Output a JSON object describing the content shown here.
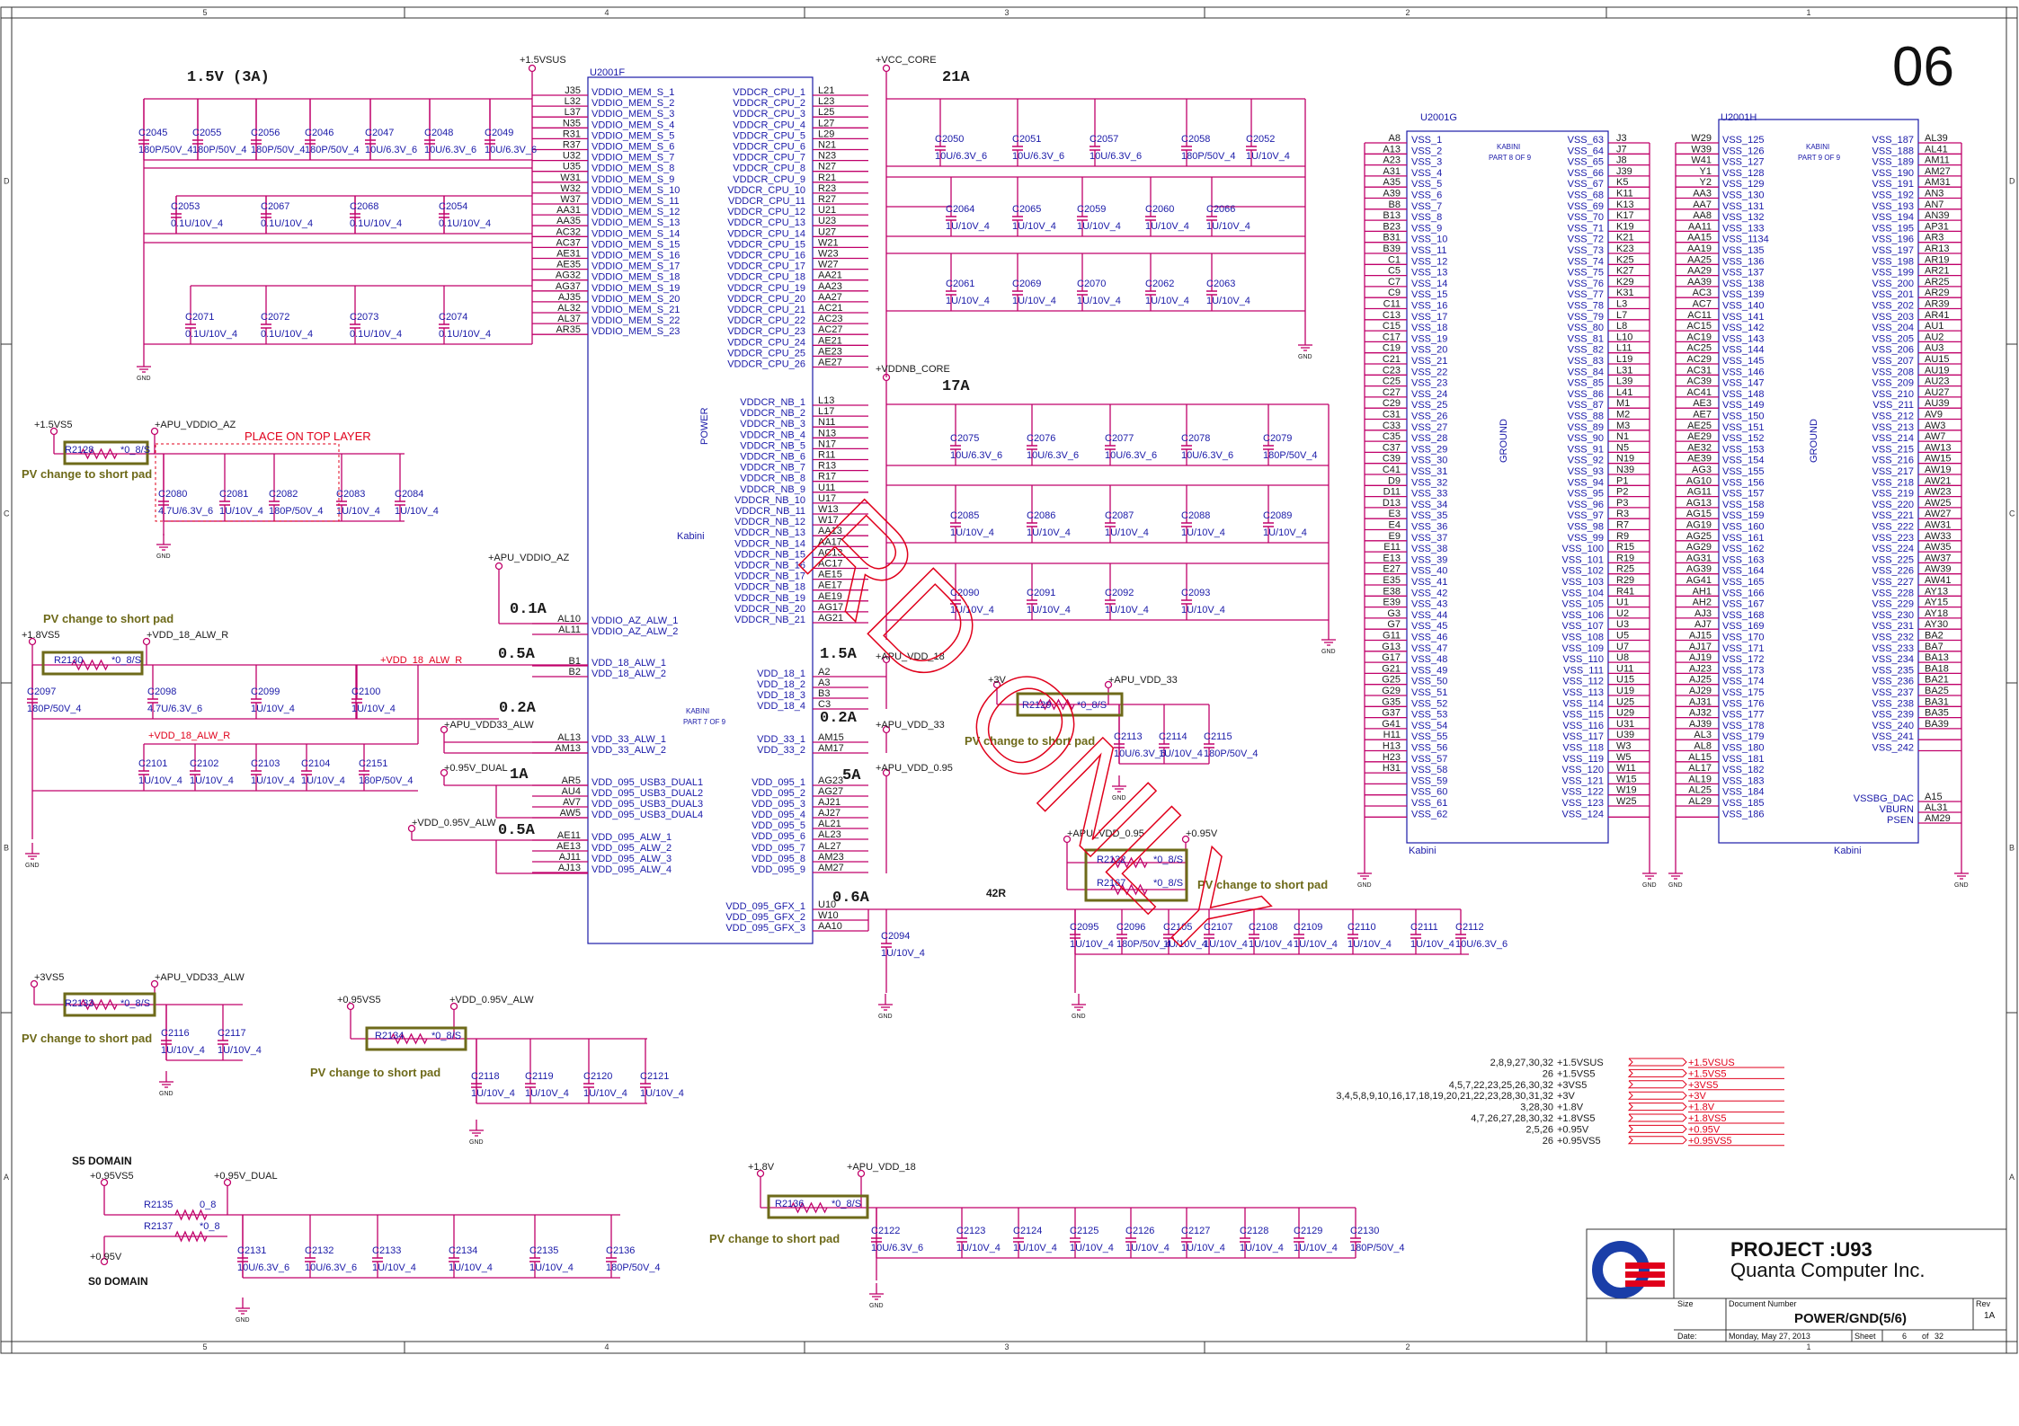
{
  "sheet_number": "06",
  "currents": {
    "c1": "1.5V (3A)",
    "c2": "21A",
    "c3": "17A",
    "c4": "0.1A",
    "c5": "0.5A",
    "c6": "0.2A",
    "c7": "1A",
    "c8": "0.5A",
    "c9": "1.5A",
    "c10": "0.2A",
    "c11": "5A",
    "c12": "0.6A",
    "c13": "42R"
  },
  "chips": {
    "u_mem": {
      "ref": "U2001F",
      "part": "Kabini",
      "side": "POWER",
      "sub1": "KABINI",
      "sub2": "PART 7 OF 9"
    },
    "u_g": {
      "ref": "U2001G",
      "name": "Kabini",
      "sub1": "KABINI",
      "sub2": "PART 8 OF 9",
      "ground": "GROUND"
    },
    "u_h": {
      "ref": "U2001H",
      "name": "Kabini",
      "sub1": "KABINI",
      "sub2": "PART 9 OF 9",
      "ground": "GROUND"
    }
  },
  "mem_pins": {
    "balls": [
      "J35",
      "L32",
      "L37",
      "N35",
      "R31",
      "R37",
      "U32",
      "U35",
      "W31",
      "W32",
      "W37",
      "AA31",
      "AA35",
      "AC32",
      "AC37",
      "AE31",
      "AE35",
      "AG32",
      "AG37",
      "AJ35",
      "AL32",
      "AL37",
      "AR35"
    ],
    "names": [
      "VDDIO_MEM_S_1",
      "VDDIO_MEM_S_2",
      "VDDIO_MEM_S_3",
      "VDDIO_MEM_S_4",
      "VDDIO_MEM_S_5",
      "VDDIO_MEM_S_6",
      "VDDIO_MEM_S_7",
      "VDDIO_MEM_S_8",
      "VDDIO_MEM_S_9",
      "VDDIO_MEM_S_10",
      "VDDIO_MEM_S_11",
      "VDDIO_MEM_S_12",
      "VDDIO_MEM_S_13",
      "VDDIO_MEM_S_14",
      "VDDIO_MEM_S_15",
      "VDDIO_MEM_S_16",
      "VDDIO_MEM_S_17",
      "VDDIO_MEM_S_18",
      "VDDIO_MEM_S_19",
      "VDDIO_MEM_S_20",
      "VDDIO_MEM_S_21",
      "VDDIO_MEM_S_22",
      "VDDIO_MEM_S_23"
    ]
  },
  "cpu_pins": {
    "names": [
      "VDDCR_CPU_1",
      "VDDCR_CPU_2",
      "VDDCR_CPU_3",
      "VDDCR_CPU_4",
      "VDDCR_CPU_5",
      "VDDCR_CPU_6",
      "VDDCR_CPU_7",
      "VDDCR_CPU_8",
      "VDDCR_CPU_9",
      "VDDCR_CPU_10",
      "VDDCR_CPU_11",
      "VDDCR_CPU_12",
      "VDDCR_CPU_13",
      "VDDCR_CPU_14",
      "VDDCR_CPU_15",
      "VDDCR_CPU_16",
      "VDDCR_CPU_17",
      "VDDCR_CPU_18",
      "VDDCR_CPU_19",
      "VDDCR_CPU_20",
      "VDDCR_CPU_21",
      "VDDCR_CPU_22",
      "VDDCR_CPU_23",
      "VDDCR_CPU_24",
      "VDDCR_CPU_25",
      "VDDCR_CPU_26"
    ],
    "balls": [
      "L21",
      "L23",
      "L25",
      "L27",
      "L29",
      "N21",
      "N23",
      "N27",
      "R21",
      "R23",
      "R27",
      "U21",
      "U23",
      "U27",
      "W21",
      "W23",
      "W27",
      "AA21",
      "AA23",
      "AA27",
      "AC21",
      "AC23",
      "AC27",
      "AE21",
      "AE23",
      "AE27"
    ]
  },
  "nb_pins": {
    "names": [
      "VDDCR_NB_1",
      "VDDCR_NB_2",
      "VDDCR_NB_3",
      "VDDCR_NB_4",
      "VDDCR_NB_5",
      "VDDCR_NB_6",
      "VDDCR_NB_7",
      "VDDCR_NB_8",
      "VDDCR_NB_9",
      "VDDCR_NB_10",
      "VDDCR_NB_11",
      "VDDCR_NB_12",
      "VDDCR_NB_13",
      "VDDCR_NB_14",
      "VDDCR_NB_15",
      "VDDCR_NB_16",
      "VDDCR_NB_17",
      "VDDCR_NB_18",
      "VDDCR_NB_19",
      "VDDCR_NB_20",
      "VDDCR_NB_21"
    ],
    "balls": [
      "L13",
      "L17",
      "N11",
      "N13",
      "N17",
      "R11",
      "R13",
      "R17",
      "U11",
      "U17",
      "W13",
      "W17",
      "AA13",
      "AA17",
      "AC13",
      "AC17",
      "AE15",
      "AE17",
      "AE19",
      "AG17",
      "AG21"
    ]
  },
  "left_pins2": {
    "names": [
      "VDDIO_AZ_ALW_1",
      "VDDIO_AZ_ALW_2",
      "VDD_18_ALW_1",
      "VDD_18_ALW_2",
      "VDD_33_ALW_1",
      "VDD_33_ALW_2",
      "VDD_095_USB3_DUAL1",
      "VDD_095_USB3_DUAL2",
      "VDD_095_USB3_DUAL3",
      "VDD_095_USB3_DUAL4",
      "VDD_095_ALW_1",
      "VDD_095_ALW_2",
      "VDD_095_ALW_3",
      "VDD_095_ALW_4"
    ],
    "balls": [
      "AL10",
      "AL11",
      "B1",
      "B2",
      "AL13",
      "AM13",
      "AR5",
      "AU4",
      "AV7",
      "AW5",
      "AE11",
      "AE13",
      "AJ11",
      "AJ13"
    ]
  },
  "right_pins2": {
    "names": [
      "VDD_18_1",
      "VDD_18_2",
      "VDD_18_3",
      "VDD_18_4",
      "VDD_33_1",
      "VDD_33_2",
      "VDD_095_1",
      "VDD_095_2",
      "VDD_095_3",
      "VDD_095_4",
      "VDD_095_5",
      "VDD_095_6",
      "VDD_095_7",
      "VDD_095_8",
      "VDD_095_9",
      "VDD_095_GFX_1",
      "VDD_095_GFX_2",
      "VDD_095_GFX_3"
    ],
    "balls": [
      "A2",
      "A3",
      "B3",
      "C3",
      "AM15",
      "AM17",
      "AG23",
      "AG27",
      "AJ21",
      "AJ27",
      "AL21",
      "AL23",
      "AL27",
      "AM23",
      "AM27",
      "U10",
      "W10",
      "AA10"
    ]
  },
  "g_pins": {
    "lballs": [
      "A8",
      "A13",
      "A23",
      "A31",
      "A35",
      "A39",
      "B8",
      "B13",
      "B23",
      "B31",
      "B39",
      "C1",
      "C5",
      "C7",
      "C9",
      "C11",
      "C13",
      "C15",
      "C17",
      "C19",
      "C21",
      "C23",
      "C25",
      "C27",
      "C29",
      "C31",
      "C33",
      "C35",
      "C37",
      "C39",
      "C41",
      "D9",
      "D11",
      "D13",
      "E3",
      "E4",
      "E9",
      "E11",
      "E13",
      "E27",
      "E35",
      "E38",
      "E39",
      "G3",
      "G7",
      "G11",
      "G13",
      "G17",
      "G21",
      "G25",
      "G29",
      "G35",
      "G37",
      "G41",
      "H11",
      "H13",
      "H23",
      "H31"
    ],
    "lnames": [
      "VSS_1",
      "VSS_2",
      "VSS_3",
      "VSS_4",
      "VSS_5",
      "VSS_6",
      "VSS_7",
      "VSS_8",
      "VSS_9",
      "VSS_10",
      "VSS_11",
      "VSS_12",
      "VSS_13",
      "VSS_14",
      "VSS_15",
      "VSS_16",
      "VSS_17",
      "VSS_18",
      "VSS_19",
      "VSS_20",
      "VSS_21",
      "VSS_22",
      "VSS_23",
      "VSS_24",
      "VSS_25",
      "VSS_26",
      "VSS_27",
      "VSS_28",
      "VSS_29",
      "VSS_30",
      "VSS_31",
      "VSS_32",
      "VSS_33",
      "VSS_34",
      "VSS_35",
      "VSS_36",
      "VSS_37",
      "VSS_38",
      "VSS_39",
      "VSS_40",
      "VSS_41",
      "VSS_42",
      "VSS_43",
      "VSS_44",
      "VSS_45",
      "VSS_46",
      "VSS_47",
      "VSS_48",
      "VSS_49",
      "VSS_50",
      "VSS_51",
      "VSS_52",
      "VSS_53",
      "VSS_54",
      "VSS_55",
      "VSS_56",
      "VSS_57",
      "VSS_58",
      "VSS_59",
      "VSS_60",
      "VSS_61",
      "VSS_62"
    ],
    "rnames": [
      "VSS_63",
      "VSS_64",
      "VSS_65",
      "VSS_66",
      "VSS_67",
      "VSS_68",
      "VSS_69",
      "VSS_70",
      "VSS_71",
      "VSS_72",
      "VSS_73",
      "VSS_74",
      "VSS_75",
      "VSS_76",
      "VSS_77",
      "VSS_78",
      "VSS_79",
      "VSS_80",
      "VSS_81",
      "VSS_82",
      "VSS_83",
      "VSS_84",
      "VSS_85",
      "VSS_86",
      "VSS_87",
      "VSS_88",
      "VSS_89",
      "VSS_90",
      "VSS_91",
      "VSS_92",
      "VSS_93",
      "VSS_94",
      "VSS_95",
      "VSS_96",
      "VSS_97",
      "VSS_98",
      "VSS_99",
      "VSS_100",
      "VSS_101",
      "VSS_102",
      "VSS_103",
      "VSS_104",
      "VSS_105",
      "VSS_106",
      "VSS_107",
      "VSS_108",
      "VSS_109",
      "VSS_110",
      "VSS_111",
      "VSS_112",
      "VSS_113",
      "VSS_114",
      "VSS_115",
      "VSS_116",
      "VSS_117",
      "VSS_118",
      "VSS_119",
      "VSS_120",
      "VSS_121",
      "VSS_122",
      "VSS_123",
      "VSS_124"
    ],
    "rballs": [
      "J3",
      "J7",
      "J8",
      "J39",
      "K5",
      "K11",
      "K13",
      "K17",
      "K19",
      "K21",
      "K23",
      "K25",
      "K27",
      "K29",
      "K31",
      "L3",
      "L7",
      "L8",
      "L10",
      "L11",
      "L19",
      "L31",
      "L39",
      "L41",
      "M1",
      "M2",
      "M3",
      "N1",
      "N5",
      "N19",
      "N39",
      "P1",
      "P2",
      "P3",
      "R3",
      "R7",
      "R9",
      "R15",
      "R19",
      "R25",
      "R29",
      "R41",
      "U1",
      "U2",
      "U3",
      "U5",
      "U7",
      "U8",
      "U11",
      "U15",
      "U19",
      "U25",
      "U29",
      "U31",
      "U39",
      "W3",
      "W5",
      "W11",
      "W15",
      "W19",
      "W25"
    ]
  },
  "h_pins": {
    "lballs": [
      "W29",
      "W39",
      "W41",
      "Y1",
      "Y2",
      "AA3",
      "AA7",
      "AA8",
      "AA11",
      "AA15",
      "AA19",
      "AA25",
      "AA29",
      "AA39",
      "AC3",
      "AC7",
      "AC11",
      "AC15",
      "AC19",
      "AC25",
      "AC29",
      "AC31",
      "AC39",
      "AC41",
      "AE3",
      "AE7",
      "AE25",
      "AE29",
      "AE32",
      "AE39",
      "AG3",
      "AG10",
      "AG11",
      "AG13",
      "AG15",
      "AG19",
      "AG25",
      "AG29",
      "AG31",
      "AG39",
      "AG41",
      "AH1",
      "AH2",
      "AJ3",
      "AJ7",
      "AJ15",
      "AJ17",
      "AJ19",
      "AJ23",
      "AJ25",
      "AJ29",
      "AJ31",
      "AJ32",
      "AJ39",
      "AL3",
      "AL8",
      "AL15",
      "AL17",
      "AL19",
      "AL25",
      "AL29"
    ],
    "lnames": [
      "VSS_125",
      "VSS_126",
      "VSS_127",
      "VSS_128",
      "VSS_129",
      "VSS_130",
      "VSS_131",
      "VSS_132",
      "VSS_133",
      "VSS_1134",
      "VSS_135",
      "VSS_136",
      "VSS_137",
      "VSS_138",
      "VSS_139",
      "VSS_140",
      "VSS_141",
      "VSS_142",
      "VSS_143",
      "VSS_144",
      "VSS_145",
      "VSS_146",
      "VSS_147",
      "VSS_148",
      "VSS_149",
      "VSS_150",
      "VSS_151",
      "VSS_152",
      "VSS_153",
      "VSS_154",
      "VSS_155",
      "VSS_156",
      "VSS_157",
      "VSS_158",
      "VSS_159",
      "VSS_160",
      "VSS_161",
      "VSS_162",
      "VSS_163",
      "VSS_164",
      "VSS_165",
      "VSS_166",
      "VSS_167",
      "VSS_168",
      "VSS_169",
      "VSS_170",
      "VSS_171",
      "VSS_172",
      "VSS_173",
      "VSS_174",
      "VSS_175",
      "VSS_176",
      "VSS_177",
      "VSS_178",
      "VSS_179",
      "VSS_180",
      "VSS_181",
      "VSS_182",
      "VSS_183",
      "VSS_184",
      "VSS_185",
      "VSS_186"
    ],
    "rnames": [
      "VSS_187",
      "VSS_188",
      "VSS_189",
      "VSS_190",
      "VSS_191",
      "VSS_192",
      "VSS_193",
      "VSS_194",
      "VSS_195",
      "VSS_196",
      "VSS_197",
      "VSS_198",
      "VSS_199",
      "VSS_200",
      "VSS_201",
      "VSS_202",
      "VSS_203",
      "VSS_204",
      "VSS_205",
      "VSS_206",
      "VSS_207",
      "VSS_208",
      "VSS_209",
      "VSS_210",
      "VSS_211",
      "VSS_212",
      "VSS_213",
      "VSS_214",
      "VSS_215",
      "VSS_216",
      "VSS_217",
      "VSS_218",
      "VSS_219",
      "VSS_220",
      "VSS_221",
      "VSS_222",
      "VSS_223",
      "VSS_224",
      "VSS_225",
      "VSS_226",
      "VSS_227",
      "VSS_228",
      "VSS_229",
      "VSS_230",
      "VSS_231",
      "VSS_232",
      "VSS_233",
      "VSS_234",
      "VSS_235",
      "VSS_236",
      "VSS_237",
      "VSS_238",
      "VSS_239",
      "VSS_240",
      "VSS_241",
      "VSS_242"
    ],
    "rballs": [
      "AL39",
      "AL41",
      "AM11",
      "AM27",
      "AM31",
      "AN3",
      "AN7",
      "AN39",
      "AP31",
      "AR3",
      "AR13",
      "AR19",
      "AR21",
      "AR25",
      "AR29",
      "AR39",
      "AR41",
      "AU1",
      "AU2",
      "AU3",
      "AU15",
      "AU19",
      "AU23",
      "AU27",
      "AU39",
      "AV9",
      "AW3",
      "AW7",
      "AW13",
      "AW15",
      "AW19",
      "AW21",
      "AW23",
      "AW25",
      "AW27",
      "AW31",
      "AW33",
      "AW35",
      "AW37",
      "AW39",
      "AW41",
      "AY13",
      "AY15",
      "AY18",
      "AY30",
      "BA2",
      "BA7",
      "BA13",
      "BA18",
      "BA21",
      "BA25",
      "BA31",
      "BA35",
      "BA39"
    ],
    "extra_names": [
      "VSSBG_DAC",
      "VBURN",
      "PSEN"
    ],
    "extra_balls": [
      "A15",
      "AL31",
      "AM29"
    ]
  },
  "nets": {
    "vsus15": "+1.5VSUS",
    "vcc_core": "+VCC_CORE",
    "vddnb_core": "+VDDNB_CORE",
    "vs5": "+1.5VS5",
    "apu_az": "+APU_VDDIO_AZ",
    "apu_az2": "+APU_VDDIO_AZ",
    "vs18": "+1.8VS5",
    "vdd18alw": "+VDD_18_ALW_R",
    "vdd18alw_r": "+VDD_18_ALW_R",
    "vdd18alw_r2": "+VDD_18_ALW_R",
    "apu33alw": "+APU_VDD33_ALW",
    "v095dual": "+0.95V_DUAL",
    "vdd095alw": "+VDD_0.95V_ALW",
    "apuvdd18": "+APU_VDD_18",
    "apuvdd33": "+APU_VDD_33",
    "apuvdd095": "+APU_VDD_0.95",
    "v3": "+3V",
    "apuvdd33b": "+APU_VDD_33",
    "apuvdd095b": "+APU_VDD_0.95",
    "v095b": "+0.95V",
    "v3vs5": "+3VS5",
    "apu33alw2": "+APU_VDD33_ALW",
    "v095vs5": "+0.95VS5",
    "vdd095alw2": "+VDD_0.95V_ALW",
    "v095vs5b": "+0.95VS5",
    "v095dual2": "+0.95V_DUAL",
    "v095c": "+0.95V",
    "v18b": "+1.8V",
    "apuvdd18b": "+APU_VDD_18",
    "gnd": "GND"
  },
  "notes": {
    "pv1": "PV change to short pad",
    "pv2": "PV change to short pad",
    "pv3": "PV change to short pad",
    "pv4": "PV change to short pad",
    "pv5": "PV change to short pad",
    "pv6": "PV change to short pad",
    "pv7": "PV change to short pad",
    "pv8": "PV change to short pad",
    "place": "PLACE ON TOP LAYER",
    "s5": "S5 DOMAIN",
    "s0": "S0 DOMAIN",
    "kabini": "Kabini",
    "rd": "RD ONLY"
  },
  "resistors": {
    "r2128": "R2128",
    "r2128v": "*0_8/S",
    "r2130": "R2130",
    "r2130v": "*0_8/S",
    "r2129": "R2129",
    "r2129v": "*0_8/S",
    "r2132": "R2132",
    "r2132v": "*0_8/S",
    "r2167": "R2167",
    "r2167v": "*0_8/S",
    "r2133": "R2133",
    "r2133v": "*0_8/S",
    "r2134": "R2134",
    "r2134v": "*0_8/S",
    "r2136": "R2136",
    "r2136v": "*0_8/S",
    "r2135": "R2135",
    "r2135v": "0_8",
    "r2137": "R2137",
    "r2137v": "*0_8"
  },
  "caps": [
    [
      "C2045",
      "180P/50V_4"
    ],
    [
      "C2055",
      "180P/50V_4"
    ],
    [
      "C2056",
      "180P/50V_4"
    ],
    [
      "C2046",
      "180P/50V_4"
    ],
    [
      "C2047",
      "10U/6.3V_6"
    ],
    [
      "C2048",
      "10U/6.3V_6"
    ],
    [
      "C2049",
      "10U/6.3V_6"
    ],
    [
      "C2053",
      "0.1U/10V_4"
    ],
    [
      "C2067",
      "0.1U/10V_4"
    ],
    [
      "C2068",
      "0.1U/10V_4"
    ],
    [
      "C2054",
      "0.1U/10V_4"
    ],
    [
      "C2071",
      "0.1U/10V_4"
    ],
    [
      "C2072",
      "0.1U/10V_4"
    ],
    [
      "C2073",
      "0.1U/10V_4"
    ],
    [
      "C2074",
      "0.1U/10V_4"
    ],
    [
      "C2050",
      "10U/6.3V_6"
    ],
    [
      "C2051",
      "10U/6.3V_6"
    ],
    [
      "C2057",
      "10U/6.3V_6"
    ],
    [
      "C2058",
      "180P/50V_4"
    ],
    [
      "C2052",
      "1U/10V_4"
    ],
    [
      "C2064",
      "1U/10V_4"
    ],
    [
      "C2065",
      "1U/10V_4"
    ],
    [
      "C2059",
      "1U/10V_4"
    ],
    [
      "C2060",
      "1U/10V_4"
    ],
    [
      "C2066",
      "1U/10V_4"
    ],
    [
      "C2061",
      "1U/10V_4"
    ],
    [
      "C2069",
      "1U/10V_4"
    ],
    [
      "C2070",
      "1U/10V_4"
    ],
    [
      "C2062",
      "1U/10V_4"
    ],
    [
      "C2063",
      "1U/10V_4"
    ],
    [
      "C2075",
      "10U/6.3V_6"
    ],
    [
      "C2076",
      "10U/6.3V_6"
    ],
    [
      "C2077",
      "10U/6.3V_6"
    ],
    [
      "C2078",
      "10U/6.3V_6"
    ],
    [
      "C2079",
      "180P/50V_4"
    ],
    [
      "C2085",
      "1U/10V_4"
    ],
    [
      "C2086",
      "1U/10V_4"
    ],
    [
      "C2087",
      "1U/10V_4"
    ],
    [
      "C2088",
      "1U/10V_4"
    ],
    [
      "C2089",
      "1U/10V_4"
    ],
    [
      "C2090",
      "1U/10V_4"
    ],
    [
      "C2091",
      "1U/10V_4"
    ],
    [
      "C2092",
      "1U/10V_4"
    ],
    [
      "C2093",
      "1U/10V_4"
    ],
    [
      "C2080",
      "4.7U/6.3V_6"
    ],
    [
      "C2081",
      "1U/10V_4"
    ],
    [
      "C2082",
      "180P/50V_4"
    ],
    [
      "C2083",
      "1U/10V_4"
    ],
    [
      "C2084",
      "1U/10V_4"
    ],
    [
      "C2097",
      "180P/50V_4"
    ],
    [
      "C2098",
      "4.7U/6.3V_6"
    ],
    [
      "C2099",
      "1U/10V_4"
    ],
    [
      "C2100",
      "1U/10V_4"
    ],
    [
      "C2101",
      "1U/10V_4"
    ],
    [
      "C2102",
      "1U/10V_4"
    ],
    [
      "C2103",
      "1U/10V_4"
    ],
    [
      "C2104",
      "1U/10V_4"
    ],
    [
      "C2151",
      "180P/50V_4"
    ],
    [
      "C2094",
      "1U/10V_4"
    ],
    [
      "C2095",
      "1U/10V_4"
    ],
    [
      "C2096",
      "180P/50V_4"
    ],
    [
      "C2105",
      "1U/10V_4"
    ],
    [
      "C2107",
      "1U/10V_4"
    ],
    [
      "C2108",
      "1U/10V_4"
    ],
    [
      "C2109",
      "1U/10V_4"
    ],
    [
      "C2110",
      "1U/10V_4"
    ],
    [
      "C2111",
      "1U/10V_4"
    ],
    [
      "C2112",
      "10U/6.3V_6"
    ],
    [
      "C2113",
      "10U/6.3V_6"
    ],
    [
      "C2114",
      "1U/10V_4"
    ],
    [
      "C2115",
      "180P/50V_4"
    ],
    [
      "C2116",
      "1U/10V_4"
    ],
    [
      "C2117",
      "1U/10V_4"
    ],
    [
      "C2118",
      "1U/10V_4"
    ],
    [
      "C2119",
      "1U/10V_4"
    ],
    [
      "C2120",
      "1U/10V_4"
    ],
    [
      "C2121",
      "1U/10V_4"
    ],
    [
      "C2131",
      "10U/6.3V_6"
    ],
    [
      "C2132",
      "10U/6.3V_6"
    ],
    [
      "C2133",
      "1U/10V_4"
    ],
    [
      "C2134",
      "1U/10V_4"
    ],
    [
      "C2135",
      "1U/10V_4"
    ],
    [
      "C2136",
      "180P/50V_4"
    ],
    [
      "C2122",
      "10U/6.3V_6"
    ],
    [
      "C2123",
      "1U/10V_4"
    ],
    [
      "C2124",
      "1U/10V_4"
    ],
    [
      "C2125",
      "1U/10V_4"
    ],
    [
      "C2126",
      "1U/10V_4"
    ],
    [
      "C2127",
      "1U/10V_4"
    ],
    [
      "C2128",
      "1U/10V_4"
    ],
    [
      "C2129",
      "1U/10V_4"
    ],
    [
      "C2130",
      "180P/50V_4"
    ]
  ],
  "legend": [
    {
      "pages": "2,8,9,27,30,32",
      "net": "+1.5VSUS"
    },
    {
      "pages": "26",
      "net": "+1.5VS5"
    },
    {
      "pages": "4,5,7,22,23,25,26,30,32",
      "net": "+3VS5"
    },
    {
      "pages": "3,4,5,8,9,10,16,17,18,19,20,21,22,23,28,30,31,32",
      "net": "+3V"
    },
    {
      "pages": "3,28,30",
      "net": "+1.8V"
    },
    {
      "pages": "4,7,26,27,28,30,32",
      "net": "+1.8VS5"
    },
    {
      "pages": "2,5,26",
      "net": "+0.95V"
    },
    {
      "pages": "26",
      "net": "+0.95VS5"
    }
  ],
  "title_block": {
    "project": "PROJECT :U93",
    "company": "Quanta Computer Inc.",
    "size_label": "Size",
    "docnum_label": "Document Number",
    "rev_label": "Rev",
    "rev": "1A",
    "doc_title": "POWER/GND(5/6)",
    "date_label": "Date:",
    "date": "Monday, May 27, 2013",
    "sheet_label": "Sheet",
    "sheet": "6",
    "of": "of",
    "total": "32"
  },
  "border": {
    "top": [
      "5",
      "4",
      "3",
      "2",
      "1"
    ],
    "bottom": [
      "5",
      "4",
      "3",
      "2",
      "1"
    ],
    "left": [
      "D",
      "C",
      "B",
      "A"
    ],
    "right": [
      "D",
      "C",
      "B",
      "A"
    ]
  },
  "colors": {
    "wire": "#c0006a",
    "text": "#1a1aa8",
    "red": "#e0001b",
    "note": "#6e6a1a"
  }
}
